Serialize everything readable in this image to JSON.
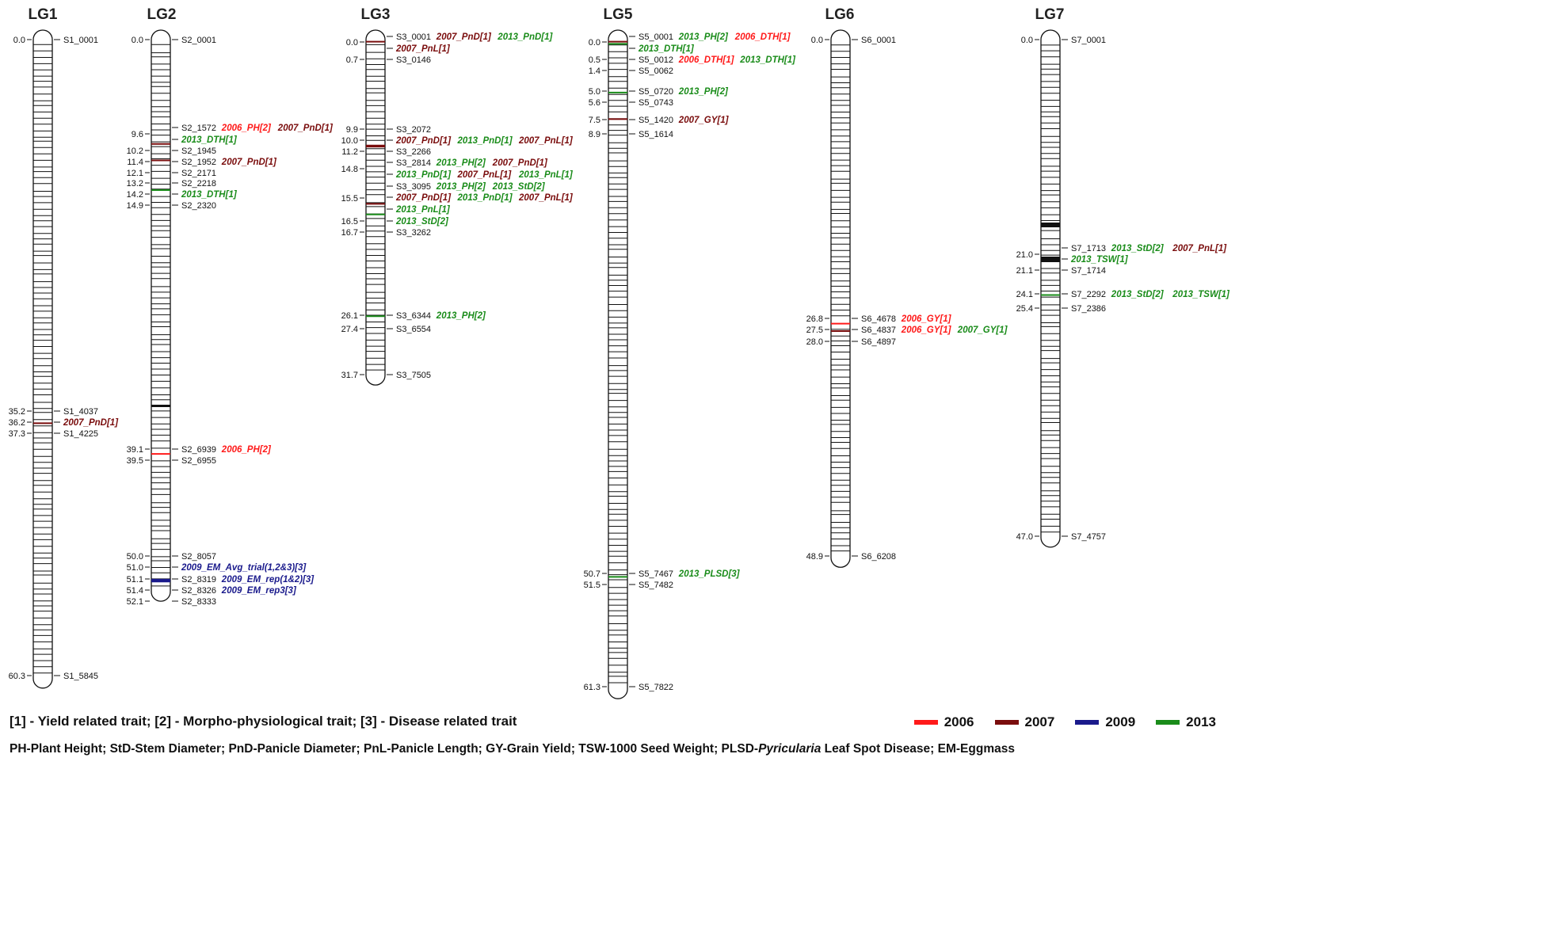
{
  "colors": {
    "2006": "#ff1a1a",
    "2007": "#7a0d0d",
    "2009": "#1a1a8c",
    "2013": "#1a8c1a",
    "neutral": "#111111"
  },
  "linkage_groups": [
    {
      "name": "LG1",
      "start": 0.0,
      "end": 60.3,
      "markers": [
        {
          "pos": "0.0",
          "name": "S1_0001"
        },
        {
          "pos": "35.2",
          "name": "S1_4037"
        },
        {
          "pos": "36.2",
          "name": "",
          "qtl": [
            {
              "label": "2007_PnD[1]",
              "year": "2007"
            }
          ]
        },
        {
          "pos": "37.3",
          "name": "S1_4225"
        },
        {
          "pos": "60.3",
          "name": "S1_5845"
        }
      ]
    },
    {
      "name": "LG2",
      "start": 0.0,
      "end": 52.1,
      "markers": [
        {
          "pos": "0.0",
          "name": "S2_0001"
        },
        {
          "pos": "9.6",
          "name": "S2_1572",
          "qtl": [
            {
              "label": "2006_PH[2]",
              "year": "2006"
            },
            {
              "label": "2007_PnD[1]",
              "year": "2007"
            }
          ]
        },
        {
          "pos": "",
          "name": "",
          "qtl": [
            {
              "label": "2013_DTH[1]",
              "year": "2013"
            }
          ]
        },
        {
          "pos": "10.2",
          "name": "S2_1945"
        },
        {
          "pos": "11.4",
          "name": "S2_1952",
          "qtl": [
            {
              "label": "2007_PnD[1]",
              "year": "2007"
            }
          ]
        },
        {
          "pos": "12.1",
          "name": "S2_2171"
        },
        {
          "pos": "13.2",
          "name": "S2_2218"
        },
        {
          "pos": "14.2",
          "name": "",
          "qtl": [
            {
              "label": "2013_DTH[1]",
              "year": "2013"
            }
          ]
        },
        {
          "pos": "14.9",
          "name": "S2_2320"
        },
        {
          "pos": "39.1",
          "name": "S2_6939",
          "qtl": [
            {
              "label": "2006_PH[2]",
              "year": "2006"
            }
          ]
        },
        {
          "pos": "39.5",
          "name": "S2_6955"
        },
        {
          "pos": "50.0",
          "name": "S2_8057"
        },
        {
          "pos": "51.0",
          "name": "",
          "qtl": [
            {
              "label": "2009_EM_Avg_trial(1,2&3)[3]",
              "year": "2009"
            }
          ]
        },
        {
          "pos": "51.1",
          "name": "S2_8319",
          "qtl": [
            {
              "label": "2009_EM_rep(1&2)[3]",
              "year": "2009"
            }
          ]
        },
        {
          "pos": "51.4",
          "name": "S2_8326",
          "qtl": [
            {
              "label": "2009_EM_rep3[3]",
              "year": "2009"
            }
          ]
        },
        {
          "pos": "52.1",
          "name": "S2_8333"
        }
      ]
    },
    {
      "name": "LG3",
      "start": 0.0,
      "end": 31.7,
      "markers": [
        {
          "pos": "0.0",
          "name": "S3_0001",
          "qtl": [
            {
              "label": "2007_PnD[1]",
              "year": "2007"
            },
            {
              "label": "2013_PnD[1]",
              "year": "2013"
            }
          ]
        },
        {
          "pos": "",
          "name": "",
          "qtl": [
            {
              "label": "2007_PnL[1]",
              "year": "2007"
            }
          ]
        },
        {
          "pos": "0.7",
          "name": "S3_0146"
        },
        {
          "pos": "9.9",
          "name": "S3_2072"
        },
        {
          "pos": "10.0",
          "name": "",
          "qtl": [
            {
              "label": "2007_PnD[1]",
              "year": "2007"
            },
            {
              "label": "2013_PnD[1]",
              "year": "2013"
            },
            {
              "label": "2007_PnL[1]",
              "year": "2007"
            }
          ]
        },
        {
          "pos": "11.2",
          "name": "S3_2266"
        },
        {
          "pos": "14.8",
          "name": "S3_2814",
          "qtl": [
            {
              "label": "2013_PH[2]",
              "year": "2013"
            },
            {
              "label": "2007_PnD[1]",
              "year": "2007"
            }
          ]
        },
        {
          "pos": "",
          "name": "",
          "qtl": [
            {
              "label": "2013_PnD[1]",
              "year": "2013"
            },
            {
              "label": "2007_PnL[1]",
              "year": "2007"
            },
            {
              "label": "2013_PnL[1]",
              "year": "2013"
            }
          ]
        },
        {
          "pos": "",
          "name": "S3_3095",
          "qtl": [
            {
              "label": "2013_PH[2]",
              "year": "2013"
            },
            {
              "label": "2013_StD[2]",
              "year": "2013"
            }
          ]
        },
        {
          "pos": "15.5",
          "name": "",
          "qtl": [
            {
              "label": "2007_PnD[1]",
              "year": "2007"
            },
            {
              "label": "2013_PnD[1]",
              "year": "2013"
            },
            {
              "label": "2007_PnL[1]",
              "year": "2007"
            }
          ]
        },
        {
          "pos": "",
          "name": "",
          "qtl": [
            {
              "label": "2013_PnL[1]",
              "year": "2013"
            }
          ]
        },
        {
          "pos": "16.5",
          "name": "",
          "qtl": [
            {
              "label": "2013_StD[2]",
              "year": "2013"
            }
          ]
        },
        {
          "pos": "16.7",
          "name": "S3_3262"
        },
        {
          "pos": "26.1",
          "name": "S3_6344",
          "qtl": [
            {
              "label": "2013_PH[2]",
              "year": "2013"
            }
          ]
        },
        {
          "pos": "27.4",
          "name": "S3_6554"
        },
        {
          "pos": "31.7",
          "name": "S3_7505"
        }
      ]
    },
    {
      "name": "LG5",
      "start": 0.0,
      "end": 61.3,
      "markers": [
        {
          "pos": "0.0",
          "name": "S5_0001",
          "qtl": [
            {
              "label": "2013_PH[2]",
              "year": "2013"
            },
            {
              "label": "2006_DTH[1]",
              "year": "2006"
            }
          ]
        },
        {
          "pos": "",
          "name": "",
          "qtl": [
            {
              "label": "2013_DTH[1]",
              "year": "2013"
            }
          ]
        },
        {
          "pos": "0.5",
          "name": "S5_0012",
          "qtl": [
            {
              "label": "2006_DTH[1]",
              "year": "2006"
            },
            {
              "label": "2013_DTH[1]",
              "year": "2013"
            }
          ]
        },
        {
          "pos": "1.4",
          "name": "S5_0062"
        },
        {
          "pos": "5.0",
          "name": "S5_0720",
          "qtl": [
            {
              "label": "2013_PH[2]",
              "year": "2013"
            }
          ]
        },
        {
          "pos": "5.6",
          "name": "S5_0743"
        },
        {
          "pos": "7.5",
          "name": "S5_1420",
          "qtl": [
            {
              "label": "2007_GY[1]",
              "year": "2007"
            }
          ]
        },
        {
          "pos": "8.9",
          "name": "S5_1614"
        },
        {
          "pos": "50.7",
          "name": "S5_7467",
          "qtl": [
            {
              "label": "2013_PLSD[3]",
              "year": "2013"
            }
          ]
        },
        {
          "pos": "51.5",
          "name": "S5_7482"
        },
        {
          "pos": "61.3",
          "name": "S5_7822"
        }
      ]
    },
    {
      "name": "LG6",
      "start": 0.0,
      "end": 48.9,
      "markers": [
        {
          "pos": "0.0",
          "name": "S6_0001"
        },
        {
          "pos": "26.8",
          "name": "S6_4678",
          "qtl": [
            {
              "label": "2006_GY[1]",
              "year": "2006"
            }
          ]
        },
        {
          "pos": "27.5",
          "name": "S6_4837",
          "qtl": [
            {
              "label": "2006_GY[1]",
              "year": "2006"
            },
            {
              "label": "2007_GY[1]",
              "year": "2013"
            }
          ]
        },
        {
          "pos": "28.0",
          "name": "S6_4897"
        },
        {
          "pos": "48.9",
          "name": "S6_6208"
        }
      ]
    },
    {
      "name": "LG7",
      "start": 0.0,
      "end": 47.0,
      "markers": [
        {
          "pos": "0.0",
          "name": "S7_0001"
        },
        {
          "pos": "",
          "name": "S7_1713",
          "qtl": [
            {
              "label": "2013_StD[2]",
              "year": "2013"
            },
            {
              "label": "2007_PnL[1]",
              "year": "2007"
            }
          ]
        },
        {
          "pos": "21.0",
          "name": "",
          "qtl": [
            {
              "label": "2013_TSW[1]",
              "year": "2013"
            }
          ]
        },
        {
          "pos": "21.1",
          "name": "S7_1714"
        },
        {
          "pos": "24.1",
          "name": "S7_2292",
          "qtl": [
            {
              "label": "2013_StD[2]",
              "year": "2013"
            },
            {
              "label": "2013_TSW[1]",
              "year": "2013"
            }
          ]
        },
        {
          "pos": "25.4",
          "name": "S7_2386"
        },
        {
          "pos": "47.0",
          "name": "S7_4757"
        }
      ]
    }
  ],
  "footer": {
    "trait_classes": "[1] - Yield related trait; [2] - Morpho-physiological trait; [3] - Disease related trait",
    "abbreviations_part1": "PH-Plant Height; StD-Stem Diameter; PnD-Panicle Diameter; PnL-Panicle Length; GY-Grain Yield; TSW-1000 Seed Weight; PLSD-",
    "abbreviations_italic": "Pyricularia",
    "abbreviations_part2": " Leaf Spot Disease; EM-Eggmass"
  },
  "legend": [
    {
      "label": "2006",
      "color": "#ff1a1a"
    },
    {
      "label": "2007",
      "color": "#7a0d0d"
    },
    {
      "label": "2009",
      "color": "#1a1a8c"
    },
    {
      "label": "2013",
      "color": "#1a8c1a"
    }
  ]
}
